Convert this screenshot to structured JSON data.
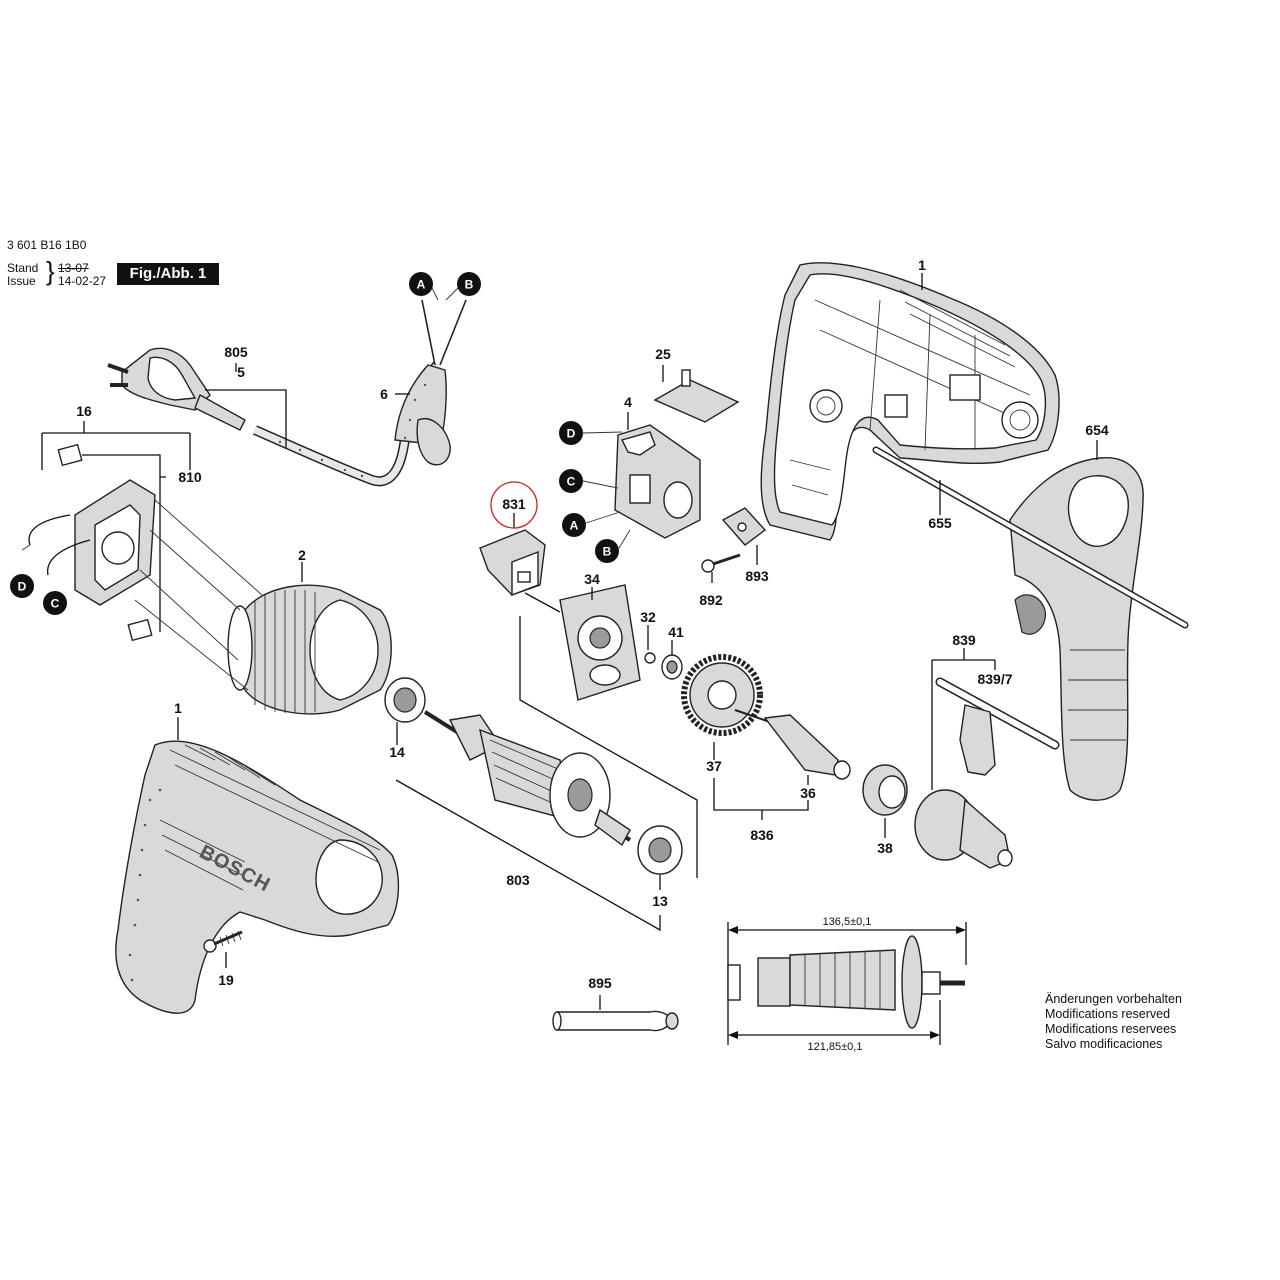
{
  "header": {
    "part_number": "3 601 B16 1B0",
    "stand_label": "Stand",
    "issue_label": "Issue",
    "stand_date_struck": "13-07",
    "issue_date": "14-02-27",
    "figure": "Fig./Abb. 1"
  },
  "labels": {
    "p1_top": "1",
    "p1_bottom": "1",
    "p2": "2",
    "p4": "4",
    "p5": "5",
    "p6": "6",
    "p13": "13",
    "p14": "14",
    "p16": "16",
    "p19": "19",
    "p25": "25",
    "p32": "32",
    "p34": "34",
    "p36": "36",
    "p37": "37",
    "p38": "38",
    "p41": "41",
    "p654": "654",
    "p655": "655",
    "p803": "803",
    "p805": "805",
    "p810": "810",
    "p831": "831",
    "p836": "836",
    "p839": "839",
    "p839_7": "839/7",
    "p892": "892",
    "p893": "893",
    "p895": "895"
  },
  "connectors": {
    "cord_a": "A",
    "cord_b": "B",
    "brush_d": "D",
    "brush_c": "C",
    "switch_d": "D",
    "switch_c": "C",
    "switch_a": "A",
    "switch_b": "B"
  },
  "brand": "BOSCH",
  "dimensions": {
    "overall_length": "136,5±0,1",
    "core_length": "121,85±0,1"
  },
  "notes": [
    "Änderungen vorbehalten",
    "Modifications reserved",
    "Modifications reservees",
    "Salvo modificaciones"
  ],
  "colors": {
    "ink": "#111111",
    "highlight_circle": "#cc2222"
  }
}
